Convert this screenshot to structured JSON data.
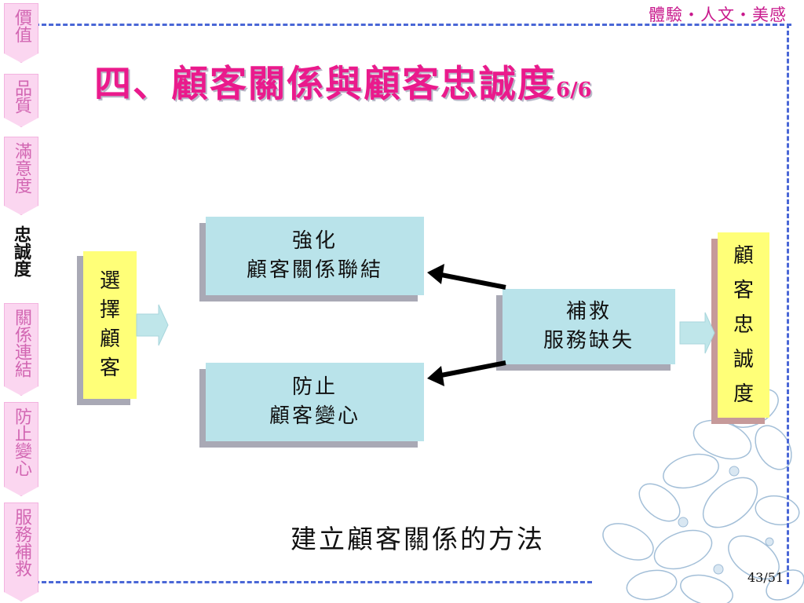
{
  "header": {
    "tagline": "體驗・人文・美感"
  },
  "title": {
    "main": "四、顧客關係與顧客忠誠度",
    "page": "6/6"
  },
  "nav": {
    "items": [
      {
        "label": "價值",
        "active": false
      },
      {
        "label": "品質",
        "active": false
      },
      {
        "label": "滿意度",
        "active": false
      },
      {
        "label": "忠誠度",
        "active": true
      },
      {
        "label": "關係連結",
        "active": false
      },
      {
        "label": "防止變心",
        "active": false
      },
      {
        "label": "服務補救",
        "active": false
      }
    ]
  },
  "diagram": {
    "left_box": [
      "選",
      "擇",
      "顧",
      "客"
    ],
    "top_box": {
      "line1": "強化",
      "line2": "顧客關係聯結"
    },
    "bottom_box": {
      "line1": "防止",
      "line2": "顧客變心"
    },
    "center_box": {
      "line1": "補救",
      "line2": "服務缺失"
    },
    "right_box": [
      "顧",
      "客",
      "忠",
      "誠",
      "度"
    ]
  },
  "caption": "建立顧客關係的方法",
  "page_number": "43/51",
  "colors": {
    "title": "#ea1a8c",
    "nav_tab": "#fbd6f0",
    "box_blue": "#b9e3ea",
    "box_yellow": "#ffff78",
    "frame": "#4a67d6"
  }
}
